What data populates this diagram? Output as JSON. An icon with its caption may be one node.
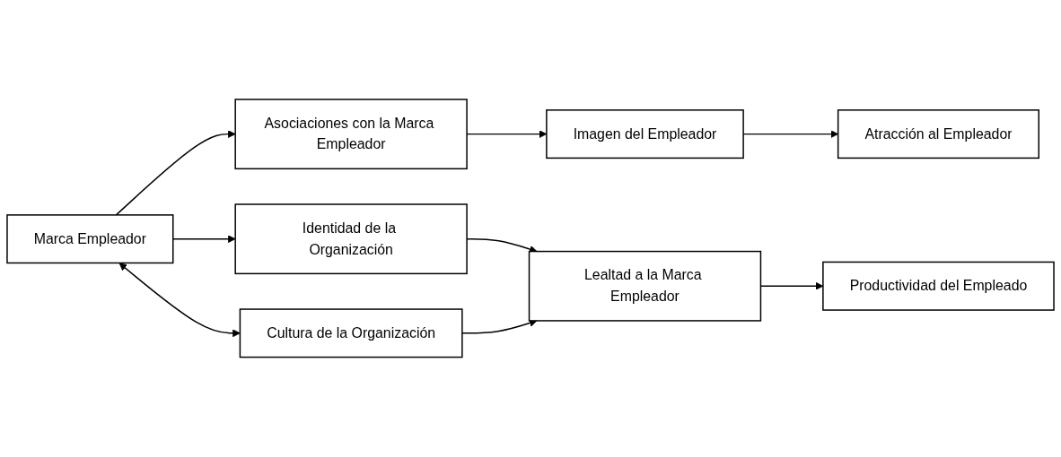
{
  "diagram": {
    "nodes": [
      {
        "text": [
          "Marca Empleador"
        ]
      },
      {
        "text": [
          "Asociaciones con la Marca Empleador"
        ]
      },
      {
        "text": [
          "Imagen del Empleador"
        ]
      },
      {
        "text": [
          "Atracción al Empleador"
        ]
      },
      {
        "text": [
          "Identidad de la Organización"
        ]
      },
      {
        "text": [
          "Cultura de la Organización"
        ]
      },
      {
        "text": [
          "Lealtad a la Marca Empleador"
        ]
      },
      {
        "text": [
          "Productividad del Empleado"
        ]
      }
    ],
    "edges": [
      {
        "from": 0,
        "to": 1,
        "arrow": "to"
      },
      {
        "from": 1,
        "to": 2,
        "arrow": "to"
      },
      {
        "from": 2,
        "to": 3,
        "arrow": "to"
      },
      {
        "from": 0,
        "to": 4,
        "arrow": "to"
      },
      {
        "from": 0,
        "to": 5,
        "arrow": "both"
      },
      {
        "from": 4,
        "to": 6,
        "arrow": "to"
      },
      {
        "from": 5,
        "to": 6,
        "arrow": "to"
      },
      {
        "from": 6,
        "to": 7,
        "arrow": "to"
      }
    ]
  }
}
